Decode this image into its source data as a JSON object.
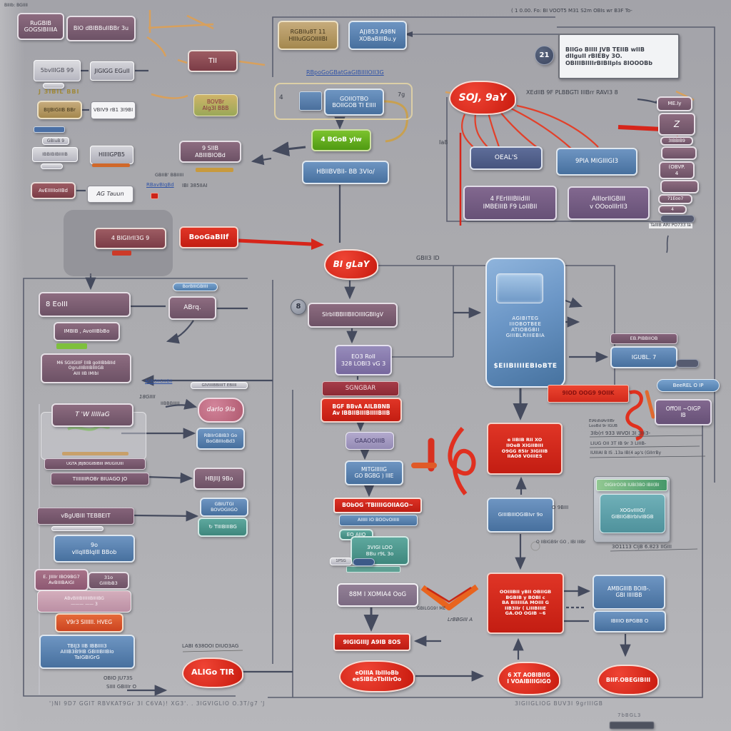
{
  "diagram": {
    "description": "Complex flowchart diagram on gray background with purple, blue, red, teal and tan nodes connected by dark, red and tan arrows",
    "colors": {
      "background": "#aeaeb2",
      "accent_red": "#d8281c",
      "accent_blue": "#4a74a8",
      "accent_purple": "#7d5f72",
      "accent_teal": "#4e9e94",
      "accent_green": "#5aa81e",
      "connector_dark": "#454b5e",
      "connector_tan": "#d8a05c"
    },
    "boxes": {
      "tl1": "RuGBIB\nGOGSIBIIIIA",
      "tl2": "BlO dBIBBuIIBBr 3u",
      "tl3": "5bvIIIGB 99",
      "tl3t": "",
      "tl4": "JIGIGG EGuII",
      "tl5": "TII",
      "tl6": "BIJBIGIIB BBr",
      "tl7": "VBIV9 rB1 3I9BI",
      "tl8": "BOVBr\nAIg3I BBB",
      "tc1": "RGBIIu8T 11\nHIIIuGGOIIIIBI",
      "tc2": "AJ)853 A98N\nXOBaBIIIBu.y",
      "tcframe": "",
      "tcsq": "",
      "tc3": "GOIIOTBO\nBOIIGOB TI EIIII",
      "tcgreen": "4 BGoB yIw",
      "tcblue2": "HBIIBVBII- BB 3VIo/",
      "trwhite": "BIIGo BIIII JVB TEIIB wIIB\ndIIguII rBIEBy 3O.\nOBIIIBIIIIrBIBIIpIs 8IOOOBb",
      "trbadge": "21",
      "solblob": "SOJ, 9aY",
      "p1": "ME.Iy",
      "p2": "Z",
      "p3": "3IBBIB9",
      "p4": "",
      "p5": "(OBVP.\n4",
      "p6": "",
      "p7": "71Eoo7",
      "p8": "4",
      "p9": "",
      "mrb1": "OEAL'S",
      "mrb2": "9PIA MIGIIIGI3",
      "mrp1": "4 FErIIIIBIIdIII\nIMBEIIIB F9 LoIIBII",
      "mrp2": "AIIIorIIGBIII\nv OOooIIIrII3",
      "lmbar": "",
      "lmpill": "GBIuB 9",
      "lmb1": "IBBIBIBIIIIB",
      "lmb1t": "",
      "lmb2": "HIIIIGPB5",
      "lmb2s": "",
      "lmb3": "AvEIIIIIoIIBd",
      "lmb4": "AG Tauun",
      "lmb5": "9 SIIB\nABIIIBIOBd",
      "lmb5s": "",
      "lmredsq": "",
      "fog": "",
      "fogbox": "4 BIGIIrII3G 9",
      "fogtab": "",
      "boocaenf": "BooGaBIIf",
      "biblob": "BI gLaY",
      "lc8eom": "8 EoIII",
      "lcpilltop": "BorBIIIGBIIII",
      "lcabrq": "ABrq.",
      "lcimbib": "IMBIB , AvoIIIBbBo",
      "lcgreenstrip": "",
      "lcm6": "M6 SGIIGIIIF (IIB goIIIBbBIId\nOgruIIIBIIIBIIIIGB\nAIII IIB IMIbI",
      "lcsilverbar": "GIVIIIIBBIIIIT EBIIII",
      "fog2": "",
      "lctwg": "T 'W IIIIIaG",
      "pinkblob": "darIo 9Ia",
      "tanstrip": "",
      "lcugta": "UGTA JBJBOGIBIBIII IMUGIIUIII",
      "lctiu": "TIIIIIIIROBr BIUAGO JO",
      "lcvrg": "vBgUBIII TEBBEIT",
      "lcsilver2": "",
      "lcblue9o": "9o\nvIIqIIBIqIII BBob",
      "rcreur": "RBIIrGBIB3 Go\nBoGBIIIoBd3",
      "rchbj": "HBJIIJ 9Bo",
      "rcgbi": "GBIUTGI\nBOVOGIIGO",
      "rctiu": "↻ TIIIBIIIBG",
      "blb1": "E. JIIIIr IBO9BG7\nAvBIIIBAIGI",
      "blb2": "31o\nGIIIIbB3",
      "blb3": "ABvBIIIBIIIIIIBIIIIBG\n———  ——  3",
      "blb4": "V9r3 SIIIIII. HVEG",
      "blb5": "TBIJ3 IIB IBBIIII3\nAIIIB3B9IB GBIIIBIIBIo\nTaIGBIGrG",
      "aligob": "ALIGo TIR",
      "ccbadge": "8",
      "ccsirb": "SIrbIIBBIIIBIIOIIIIGBIIgV",
      "cceos": "EO3 RoII\n328 LOBI3 vG  3",
      "ccsgn": "SGNGBAR",
      "ccbgf": "BGF BBvA AILBBNB\nAv IBBIIBIIIBIIIIBIIB",
      "ccgaa": "GAAOOIIIB",
      "ccmit": "MITGIIIIIG\nGO BGBG ) IIIE",
      "ccbob": "BObOG 'TBIIIIGOIIAGO~",
      "ccaii": "AIIIII IO BOOvOIIIII",
      "cceo": "EO AIIO",
      "cc3vi": "3VIGI LOO\nBBu r9L 3o",
      "ccstrip1": "",
      "ccpill1": "1PSG",
      "ccpill2": "",
      "cc88m": "88M I XOMIA4   OoG",
      "cc9ig": "9IGIGIIIJ A9IB 8OS",
      "cceoima": "eOIIIA  IbIIIoBb\neeSIBEoTbIIIrOo",
      "rpanel": "",
      "rscreen": "",
      "rptext": "AGIBITEG\nIIIOBOTBEE\nATIOBGBII\nGIIIBLRIIIEBIA",
      "rpbottom": "$EIIBIIIIEBIoBTE",
      "rmebp": "EB.PIBBIIOB",
      "rmigu": "IGUBL.  7",
      "rmdark": "",
      "rmred": "9IOD OOG9 9OIIK",
      "rmbluepill": "BeeREL O IP",
      "rmoff": "OffOII ~OIGP\nIB",
      "rmredbig": "e IIBIB RII XO\nIIOeB XIGIIBIII\nO9GG 85Ir 3IGIIIB\nIIAO8 VOIIIES",
      "rmblue2": "GIIIIBIIIOGIBIvr 9o",
      "rmcard": "",
      "rmgreenh": "OIGIIrOOB IUBI3BO IBII(BI",
      "rmteal": "XOGvIIIIO/\nGIBIIGBIrbIvIBGB",
      "brred": "OOIIIBII yBII OBIIGB\nBGBIB y BOBI c\nBA BIIIIIIA MOIII G\nIIB3IIr ( LIIIBIIIE\nGA.OO OGIB ~6",
      "brblue1": "AMBGIIIB BOIB-.\nGBI IIIIIBB",
      "brblue2": "IBIIIO BPGBB O",
      "br6xt": "6 XT AOBIBIIG\nI VOAIBIIIGIGO",
      "brbif": "BIIF.OBEGIBIII",
      "brdark": ""
    },
    "labels": {
      "ltop": "BIIIb: BGIIII",
      "lcap1": "( 1 0.00. Fo:   BI VOOT5   M31 S2m OBIs    wr B3F To-",
      "llink": "RBpoGoGBatGaGIBIIIIOII3G",
      "l4": "4",
      "l7g": "7g",
      "lxednb": "XEdIIB 9F PLBBGTI IIIBrr RAVI3 8",
      "lia8": "Ia8",
      "lpillcap": "TaIIIB ARI PO733 Ia",
      "lgold": "J 3IBIL  BBI",
      "lgbib": "GBIIB'   BBIIIII",
      "lreav": "RBavBIgBd",
      "l385": "IBI  385IIAI",
      "lgens": "GBII3 ID",
      "lagbo": "AGbOIIGIIIBII",
      "l18g": "18GIIII",
      "lheb": "IIBBBIIIII",
      "lobio": "OBIO JU73S",
      "lsuu": "SIIII GBIIIr O",
      "lblcap": "')NI 9D7  GGIT RBVKAT9Gr  3I C6VA)! XG3'.  .   3IGVIGLIO   O.3T/g7 'J",
      "llabi": "LABI 638OOI DIUO3AG",
      "llrb": "LrBBGIII A",
      "lgbil": "GBILGG9! ME",
      "l9bii": "O 9BIII",
      "lf1": "EIAIdIdArIIIBr",
      "lf2": "LooBd 9r IGUB",
      "lf3": "3Ib(rI 933  WVOI  3I  3IIi3-",
      "lf4": "LIUG OII 3T IB  9r 3 LIIIB-",
      "lf5": "IUIIIAI B IS  .13a IB(4 ap's (GIIrrBy",
      "l3o11": "3O1113 CIjB 6.823 IIGIII",
      "liib": "O  IIBIGB9r GO , IBI IIIBr",
      "lbrcap": "3IGIIGLIOG   BUV3I   9grIIIGB",
      "l7ba": "7bBGL3"
    }
  }
}
